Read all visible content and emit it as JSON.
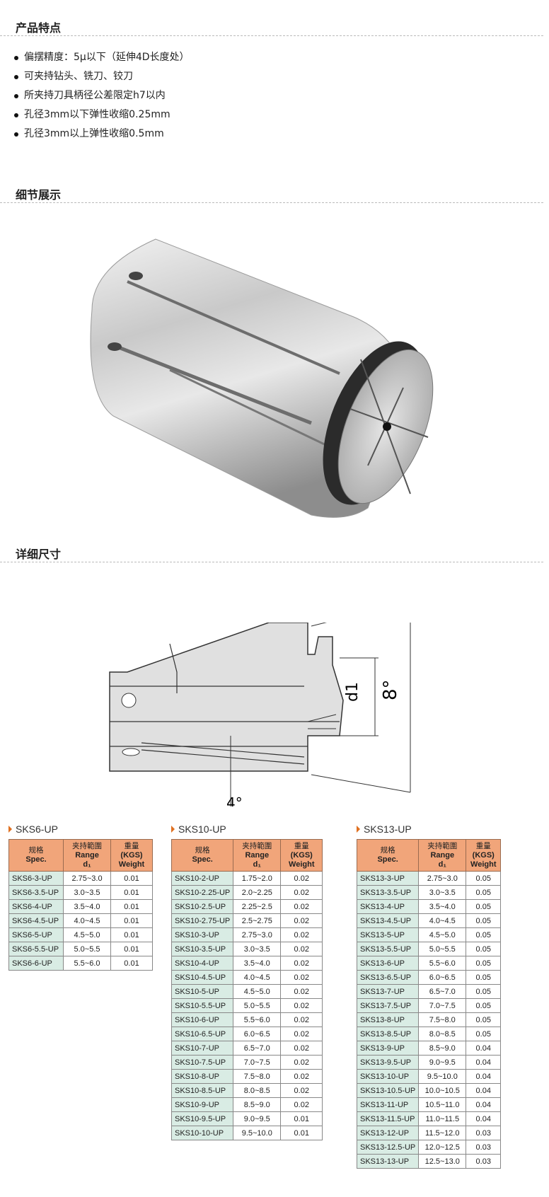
{
  "sections": {
    "features_title": "产品特点",
    "detail_title": "细节展示",
    "dimension_title": "详细尺寸"
  },
  "features": [
    "偏摆精度：5μ以下（延伸4D长度处）",
    "可夹持钻头、铣刀、铰刀",
    "所夹持刀具柄径公差限定h7以内",
    "孔径3mm以下弹性收缩0.25mm",
    "孔径3mm以上弹性收缩0.5mm"
  ],
  "drawing": {
    "label_d1": "d1",
    "label_angle8": "8°",
    "label_angle4": "4°"
  },
  "headers": {
    "spec_cn": "规格",
    "spec_en": "Spec.",
    "range_cn": "夹持範圍",
    "range_en": "Range",
    "range_sym": "d₁",
    "weight_cn": "重量",
    "weight_unit": "(KGS)",
    "weight_en": "Weight"
  },
  "tables": [
    {
      "title": "SKS6-UP",
      "rows": [
        [
          "SKS6-3-UP",
          "2.75~3.0",
          "0.01"
        ],
        [
          "SKS6-3.5-UP",
          "3.0~3.5",
          "0.01"
        ],
        [
          "SKS6-4-UP",
          "3.5~4.0",
          "0.01"
        ],
        [
          "SKS6-4.5-UP",
          "4.0~4.5",
          "0.01"
        ],
        [
          "SKS6-5-UP",
          "4.5~5.0",
          "0.01"
        ],
        [
          "SKS6-5.5-UP",
          "5.0~5.5",
          "0.01"
        ],
        [
          "SKS6-6-UP",
          "5.5~6.0",
          "0.01"
        ]
      ]
    },
    {
      "title": "SKS10-UP",
      "rows": [
        [
          "SKS10-2-UP",
          "1.75~2.0",
          "0.02"
        ],
        [
          "SKS10-2.25-UP",
          "2.0~2.25",
          "0.02"
        ],
        [
          "SKS10-2.5-UP",
          "2.25~2.5",
          "0.02"
        ],
        [
          "SKS10-2.75-UP",
          "2.5~2.75",
          "0.02"
        ],
        [
          "SKS10-3-UP",
          "2.75~3.0",
          "0.02"
        ],
        [
          "SKS10-3.5-UP",
          "3.0~3.5",
          "0.02"
        ],
        [
          "SKS10-4-UP",
          "3.5~4.0",
          "0.02"
        ],
        [
          "SKS10-4.5-UP",
          "4.0~4.5",
          "0.02"
        ],
        [
          "SKS10-5-UP",
          "4.5~5.0",
          "0.02"
        ],
        [
          "SKS10-5.5-UP",
          "5.0~5.5",
          "0.02"
        ],
        [
          "SKS10-6-UP",
          "5.5~6.0",
          "0.02"
        ],
        [
          "SKS10-6.5-UP",
          "6.0~6.5",
          "0.02"
        ],
        [
          "SKS10-7-UP",
          "6.5~7.0",
          "0.02"
        ],
        [
          "SKS10-7.5-UP",
          "7.0~7.5",
          "0.02"
        ],
        [
          "SKS10-8-UP",
          "7.5~8.0",
          "0.02"
        ],
        [
          "SKS10-8.5-UP",
          "8.0~8.5",
          "0.02"
        ],
        [
          "SKS10-9-UP",
          "8.5~9.0",
          "0.02"
        ],
        [
          "SKS10-9.5-UP",
          "9.0~9.5",
          "0.01"
        ],
        [
          "SKS10-10-UP",
          "9.5~10.0",
          "0.01"
        ]
      ]
    },
    {
      "title": "SKS13-UP",
      "rows": [
        [
          "SKS13-3-UP",
          "2.75~3.0",
          "0.05"
        ],
        [
          "SKS13-3.5-UP",
          "3.0~3.5",
          "0.05"
        ],
        [
          "SKS13-4-UP",
          "3.5~4.0",
          "0.05"
        ],
        [
          "SKS13-4.5-UP",
          "4.0~4.5",
          "0.05"
        ],
        [
          "SKS13-5-UP",
          "4.5~5.0",
          "0.05"
        ],
        [
          "SKS13-5.5-UP",
          "5.0~5.5",
          "0.05"
        ],
        [
          "SKS13-6-UP",
          "5.5~6.0",
          "0.05"
        ],
        [
          "SKS13-6.5-UP",
          "6.0~6.5",
          "0.05"
        ],
        [
          "SKS13-7-UP",
          "6.5~7.0",
          "0.05"
        ],
        [
          "SKS13-7.5-UP",
          "7.0~7.5",
          "0.05"
        ],
        [
          "SKS13-8-UP",
          "7.5~8.0",
          "0.05"
        ],
        [
          "SKS13-8.5-UP",
          "8.0~8.5",
          "0.05"
        ],
        [
          "SKS13-9-UP",
          "8.5~9.0",
          "0.04"
        ],
        [
          "SKS13-9.5-UP",
          "9.0~9.5",
          "0.04"
        ],
        [
          "SKS13-10-UP",
          "9.5~10.0",
          "0.04"
        ],
        [
          "SKS13-10.5-UP",
          "10.0~10.5",
          "0.04"
        ],
        [
          "SKS13-11-UP",
          "10.5~11.0",
          "0.04"
        ],
        [
          "SKS13-11.5-UP",
          "11.0~11.5",
          "0.04"
        ],
        [
          "SKS13-12-UP",
          "11.5~12.0",
          "0.03"
        ],
        [
          "SKS13-12.5-UP",
          "12.0~12.5",
          "0.03"
        ],
        [
          "SKS13-13-UP",
          "12.5~13.0",
          "0.03"
        ]
      ]
    }
  ]
}
